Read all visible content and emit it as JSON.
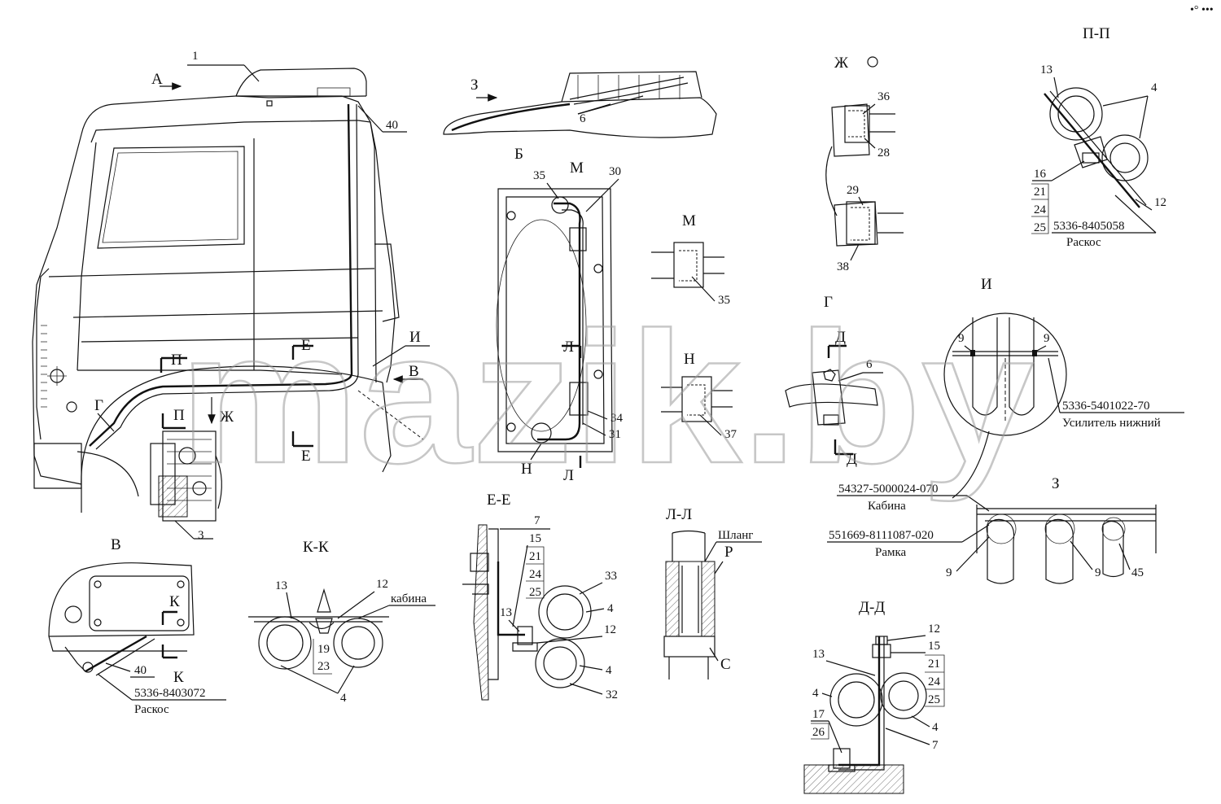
{
  "watermark": "mazik.by",
  "corner_mark": "•° •••",
  "views": {
    "arrow_A": "А",
    "section_PP": "П-П",
    "view_Zh": "Ж",
    "view_B_top": "Б",
    "view_M": "М",
    "view_Z_top": "З",
    "view_G": "Г",
    "view_I": "И",
    "view_Z": "З",
    "view_V": "В",
    "section_KK": "К-К",
    "section_EE": "Е-Е",
    "section_LL": "Л-Л",
    "section_DD": "Д-Д"
  },
  "cut_marks": {
    "P_top": "П",
    "P_bottom": "П",
    "E_top": "Е",
    "E_bottom": "Е",
    "Zh": "Ж",
    "G": "Г",
    "I": "И",
    "V": "В",
    "M": "М",
    "N1": "Н",
    "N2": "Н",
    "L1": "Л",
    "L2": "Л",
    "D1": "Д",
    "D2": "Д",
    "K1": "К",
    "K2": "К"
  },
  "callouts": {
    "c1": "1",
    "c40a": "40",
    "c3": "3",
    "c6": "6",
    "c35a": "35",
    "c30": "30",
    "c34": "34",
    "c31": "31",
    "c35b": "35",
    "c37": "37",
    "c36": "36",
    "c28": "28",
    "c29": "29",
    "c38": "38",
    "pp13": "13",
    "pp4": "4",
    "pp16": "16",
    "pp21": "21",
    "pp24": "24",
    "pp25": "25",
    "pp12": "12",
    "g6": "6",
    "i9a": "9",
    "i9b": "9",
    "v40": "40",
    "kk13": "13",
    "kk12": "12",
    "kk19": "19",
    "kk23": "23",
    "kk4": "4",
    "ee7": "7",
    "ee15": "15",
    "ee21": "21",
    "ee24": "24",
    "ee25": "25",
    "ee33": "33",
    "ee4a": "4",
    "ee13": "13",
    "ee12": "12",
    "ee4b": "4",
    "ee32": "32",
    "llP": "Р",
    "llC": "С",
    "z9a": "9",
    "z9b": "9",
    "z45": "45",
    "dd12": "12",
    "dd15": "15",
    "dd21": "21",
    "dd24": "24",
    "dd25": "25",
    "dd13": "13",
    "dd4a": "4",
    "dd4b": "4",
    "dd17": "17",
    "dd26": "26",
    "dd7": "7"
  },
  "parts": {
    "pp_part_no": "5336-8405058",
    "pp_part_name": "Раскос",
    "i_part_no": "5336-5401022-70",
    "i_part_name": "Усилитель нижний",
    "z_cab_no": "54327-5000024-070",
    "z_cab_name": "Кабина",
    "z_frame_no": "551669-8111087-020",
    "z_frame_name": "Рамка",
    "v_part_no": "5336-8403072",
    "v_part_name": "Раскос",
    "kk_cab": "кабина",
    "ll_hose": "Шланг"
  },
  "colors": {
    "line": "#111111",
    "watermark": "#9a9a9a",
    "background": "#ffffff"
  }
}
